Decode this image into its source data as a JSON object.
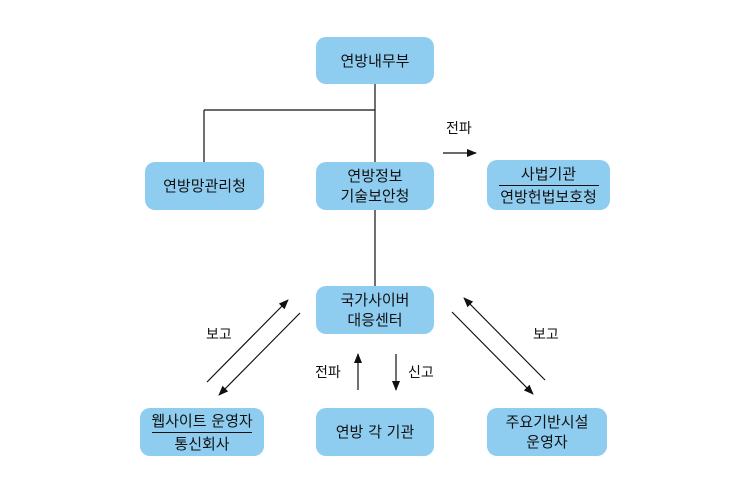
{
  "nodes": {
    "interior": {
      "label": "연방내무부"
    },
    "network_agency": {
      "label": "연방망관리청"
    },
    "bsi": {
      "line1": "연방정보",
      "line2": "기술보안청"
    },
    "judiciary": {
      "line1": "사법기관",
      "line2": "연방헌법보호청"
    },
    "cyber_center": {
      "line1": "국가사이버",
      "line2": "대응센터"
    },
    "web_operators": {
      "line1": "웹사이트 운영자",
      "line2": "통신회사"
    },
    "federal_agencies": {
      "label": "연방 각 기관"
    },
    "infrastructure": {
      "line1": "주요기반시설",
      "line2": "운영자"
    }
  },
  "edge_labels": {
    "propagate_top": "전파",
    "report_left": "보고",
    "report_right": "보고",
    "propagate_mid": "전파",
    "declare_mid": "신고"
  },
  "colors": {
    "node_fill": "#8ecdf0",
    "line": "#111111"
  }
}
